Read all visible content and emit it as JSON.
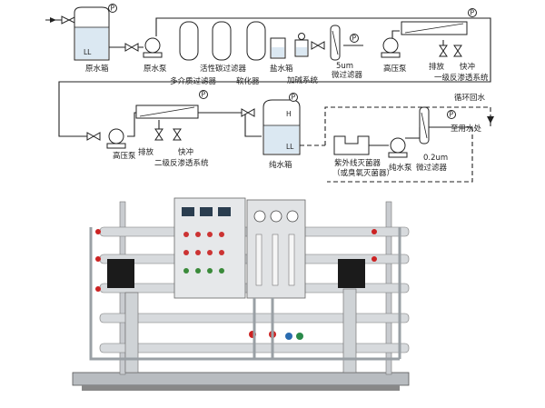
{
  "diagram": {
    "labels": {
      "raw_tank": "原水箱",
      "raw_pump": "原水泵",
      "multimedia_filter": "多介质过滤器",
      "carbon_filter": "活性碳过滤器",
      "softener": "软化器",
      "brine_tank": "盐水箱",
      "dosing_system": "加碱系统",
      "micro_filter_5um": "5um",
      "micro_filter_label": "微过滤器",
      "hp_pump_1": "高压泵",
      "drain_1": "排放",
      "flush_1": "快冲",
      "ro_stage_1": "一级反渗透系统",
      "recirculation": "循环回水",
      "hp_pump_2": "高压泵",
      "drain_2": "排放",
      "flush_2": "快冲",
      "ro_stage_2": "二级反渗透系统",
      "pure_tank": "纯水箱",
      "uv_sterilizer": "紫外线灭菌器",
      "ozone_sterilizer": "（或臭氧灭菌器）",
      "pure_pump": "纯水泵",
      "filter_02um": "0.2um",
      "filter_02um_label": "微过滤器",
      "to_point_of_use": "至用水处",
      "tank_level_h": "H",
      "tank_level_l": "LL",
      "gauge_p": "P"
    }
  }
}
